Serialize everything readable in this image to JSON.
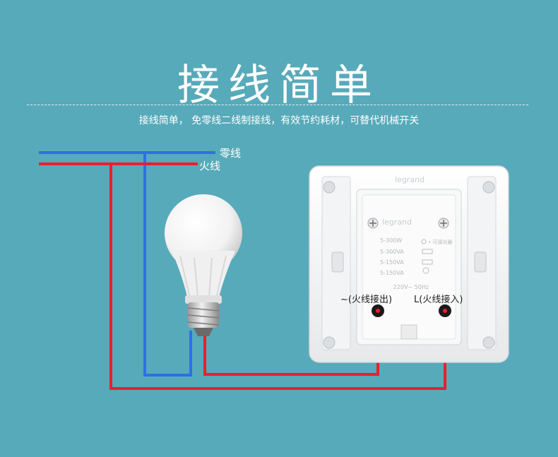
{
  "title": "接线简单",
  "subtitle": "接线简单， 免零线二线制接线，有效节约耗材，可替代机械开关",
  "wires": {
    "neutral_label": "零线",
    "live_label": "火线",
    "neutral_color": "#2e6fe8",
    "live_color": "#e8202a"
  },
  "switch": {
    "brand": "legrand",
    "specs": [
      "5-300W",
      "5-300VA",
      "5-150VA",
      "5-150VA"
    ],
    "rating": "220V~ 50Hz",
    "adjustable_note": "• 可调光器",
    "terminal_out_label": "~(火线接出)",
    "terminal_in_label": "L(火线接入)"
  },
  "colors": {
    "background": "#57aab9",
    "text": "#ffffff"
  }
}
